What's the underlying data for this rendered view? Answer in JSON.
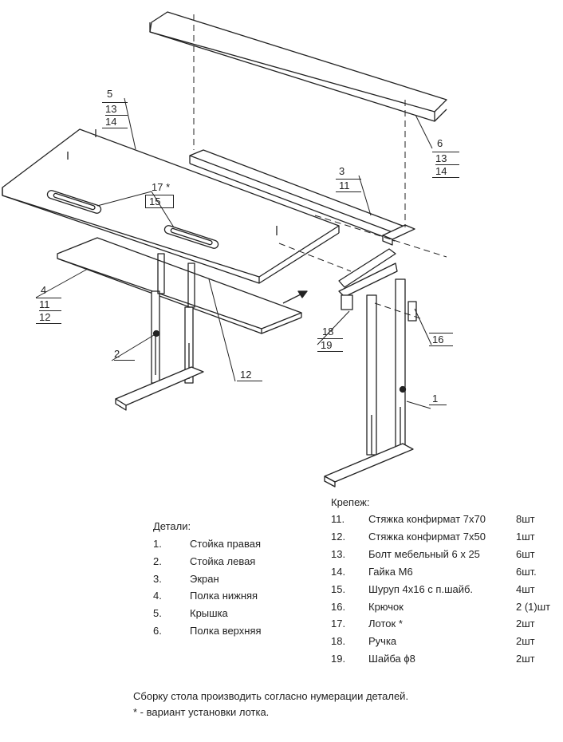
{
  "callouts": {
    "c5": [
      "5",
      "13",
      "14"
    ],
    "c6": [
      "6",
      "13",
      "14"
    ],
    "c3": [
      "3",
      "11"
    ],
    "c17": [
      "17 *",
      "15"
    ],
    "c4": [
      "4",
      "11",
      "12"
    ],
    "c2": "2",
    "c18": [
      "18",
      "19"
    ],
    "c16": "16",
    "c12": "12",
    "c1": "1"
  },
  "parts": {
    "title": "Детали:",
    "items": [
      {
        "num": "1.",
        "name": "Стойка правая"
      },
      {
        "num": "2.",
        "name": "Стойка левая"
      },
      {
        "num": "3.",
        "name": "Экран"
      },
      {
        "num": "4.",
        "name": "Полка нижняя"
      },
      {
        "num": "5.",
        "name": "Крышка"
      },
      {
        "num": "6.",
        "name": "Полка верхняя"
      }
    ]
  },
  "fasteners": {
    "title": "Крепеж:",
    "items": [
      {
        "num": "11.",
        "name": "Стяжка конфирмат 7х70",
        "qty": "8шт"
      },
      {
        "num": "12.",
        "name": "Стяжка конфирмат 7х50",
        "qty": "1шт"
      },
      {
        "num": "13.",
        "name": "Болт мебельный 6 х 25",
        "qty": "6шт"
      },
      {
        "num": "14.",
        "name": "Гайка М6",
        "qty": "6шт."
      },
      {
        "num": "15.",
        "name": "Шуруп 4х16   с п.шайб.",
        "qty": "4шт"
      },
      {
        "num": "16.",
        "name": "Крючок",
        "qty": "2 (1)шт"
      },
      {
        "num": "17.",
        "name": "Лоток *",
        "qty": "2шт"
      },
      {
        "num": "18.",
        "name": "Ручка",
        "qty": "2шт"
      },
      {
        "num": "19.",
        "name": "Шайба ϕ8",
        "qty": "2шт"
      }
    ]
  },
  "notes": {
    "line1": "Сборку стола производить согласно нумерации деталей.",
    "line2": "* - вариант установки лотка."
  }
}
